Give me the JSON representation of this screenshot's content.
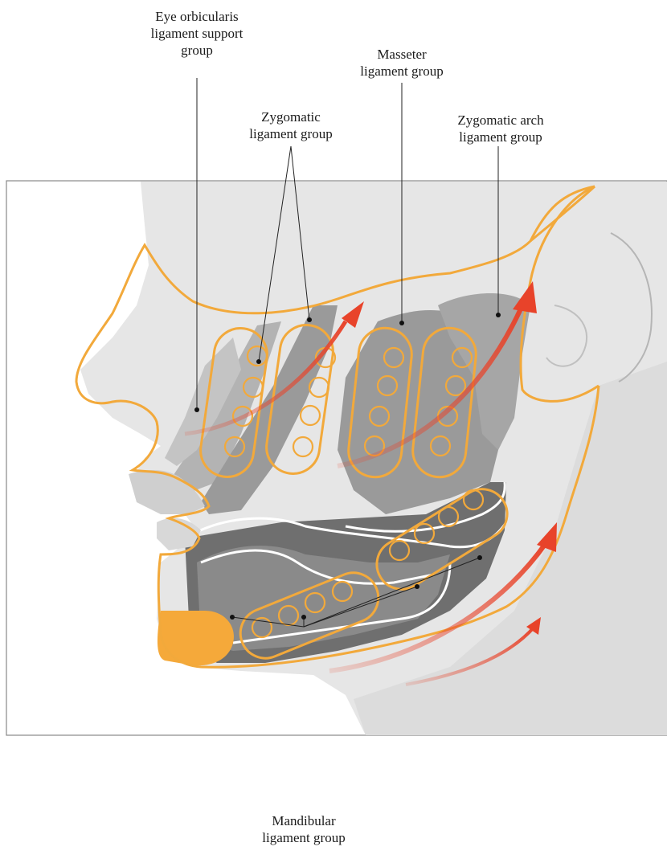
{
  "labels": {
    "eye_orbicularis": [
      "Eye orbicularis",
      "ligament support",
      "group"
    ],
    "zygomatic": [
      "Zygomatic",
      "ligament group"
    ],
    "masseter": [
      "Masseter",
      "ligament group"
    ],
    "zygomatic_arch": [
      "Zygomatic arch",
      "ligament group"
    ],
    "mandibular": [
      "Mandibular",
      "ligament group"
    ]
  },
  "colors": {
    "frame": "#888888",
    "head_fill": "#e6e6e6",
    "muscle_light": "#b3b3b3",
    "muscle_mid": "#9a9a9a",
    "muscle_dark": "#6f6f6f",
    "outline_orange": "#f2a93b",
    "chin_fill": "#f5a93a",
    "arrow_red": "#e8432a",
    "leader_line": "#222222"
  }
}
